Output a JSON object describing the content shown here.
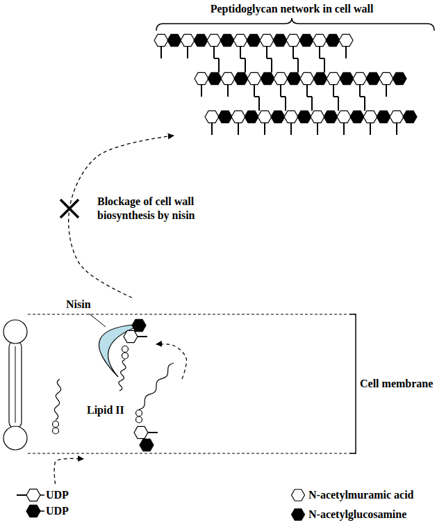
{
  "diagram": {
    "nodes": [
      {
        "text": [
          "Peptidoglycan network in cell wall"
        ]
      },
      {
        "text": [
          "Cell membrane"
        ]
      },
      {
        "text": [
          "Nisin"
        ],
        "in": 1
      },
      {
        "text": [
          "Lipid II"
        ],
        "in": 1
      },
      {
        "text": [
          "UDP",
          "UDP"
        ]
      }
    ],
    "edges": [
      {
        "from": 4,
        "to": 3,
        "arrow": "to"
      },
      {
        "from": 3,
        "to": 2,
        "arrow": "to"
      },
      {
        "from": 2,
        "to": 0,
        "arrow": "to",
        "label": "Blockage of cell wall biosynthesis by nisin"
      }
    ],
    "legend": [
      {
        "text": "N-acetylmuramic acid"
      },
      {
        "text": "N-acetylglucosamine"
      }
    ]
  }
}
